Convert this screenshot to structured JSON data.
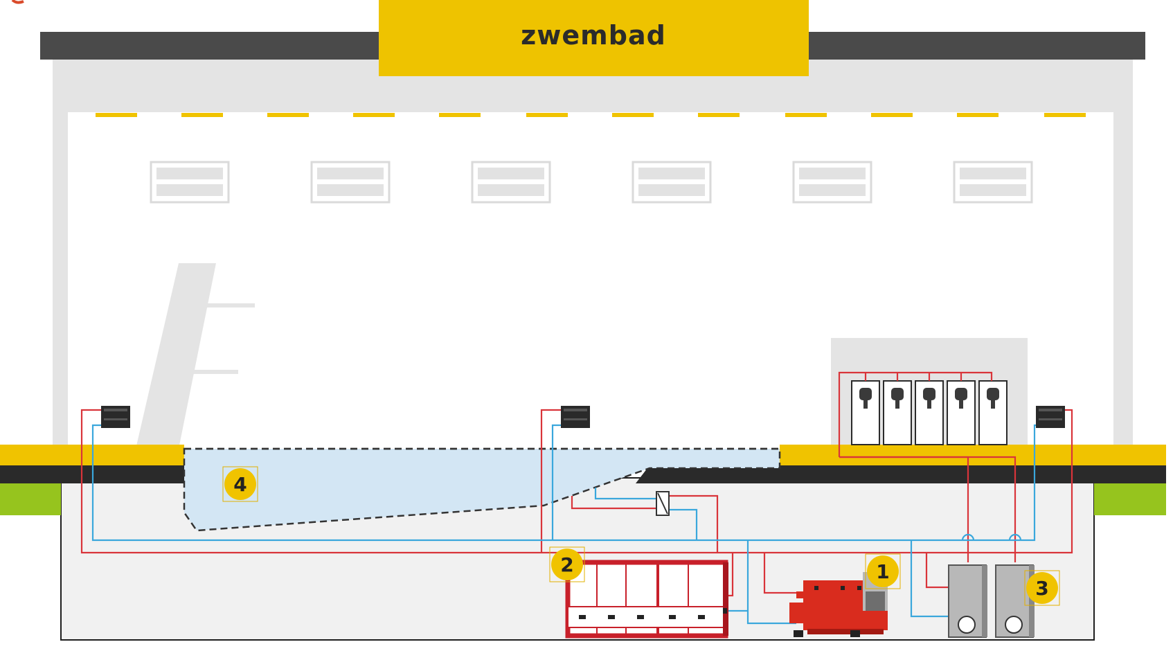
{
  "sign": {
    "label": "zwembad"
  },
  "markers": [
    {
      "id": "1",
      "label": "1"
    },
    {
      "id": "2",
      "label": "2"
    },
    {
      "id": "3",
      "label": "3"
    },
    {
      "id": "4",
      "label": "4"
    }
  ],
  "colors": {
    "roof": "#4a4a4a",
    "building": "#e4e4e4",
    "sign": "#eec300",
    "accent_yellow": "#f0c300",
    "ground_green": "#96c41e",
    "pool_water": "#d3e6f4",
    "hot_pipe": "#d9343a",
    "cold_pipe": "#3aa7dc",
    "boiler": "#d92c1e",
    "radiator": "#c8202a",
    "basement": "#f1f1f1"
  },
  "icons": [
    "roof-sign",
    "ventilation-grille",
    "diving-board",
    "convector-heater",
    "boiler-icon",
    "radiator-icon",
    "storage-tank-icon",
    "heat-exchanger-icon",
    "shower-cabin-icon",
    "marker-badge"
  ]
}
